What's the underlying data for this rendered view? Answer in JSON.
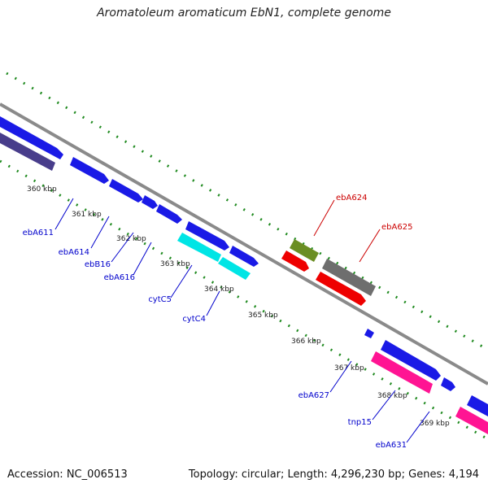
{
  "title": "Aromatoleum aromaticum EbN1, complete genome",
  "footer": {
    "accession": "Accession: NC_006513",
    "summary": "Topology: circular; Length: 4,296,230 bp; Genes: 4,194"
  },
  "colors": {
    "backbone": "#8a8a8a",
    "tick_outer": "#1f8a1f",
    "tick_inner": "#1f8a1f",
    "gene_blue": "#1a1ae6",
    "gene_slate": "#483d8b",
    "gene_cyan": "#00e5e5",
    "gene_pink": "#ff1493",
    "gene_red": "#ee0000",
    "gene_olive": "#6b8e23",
    "gene_gray": "#6e6e6e",
    "label_blue": "#0000cc",
    "label_red": "#cc0000"
  },
  "ticks": [
    "360 kbp",
    "361 kbp",
    "362 kbp",
    "363 kbp",
    "364 kbp",
    "365 kbp",
    "366 kbp",
    "367 kbp",
    "368 kbp",
    "369 kbp"
  ],
  "gene_labels_below": [
    "ebA611",
    "ebA614",
    "ebB16",
    "ebA616",
    "cytC5",
    "cytC4",
    "ebA627",
    "tnp15",
    "ebA631"
  ],
  "gene_labels_above": [
    "ebA624",
    "ebA625"
  ]
}
